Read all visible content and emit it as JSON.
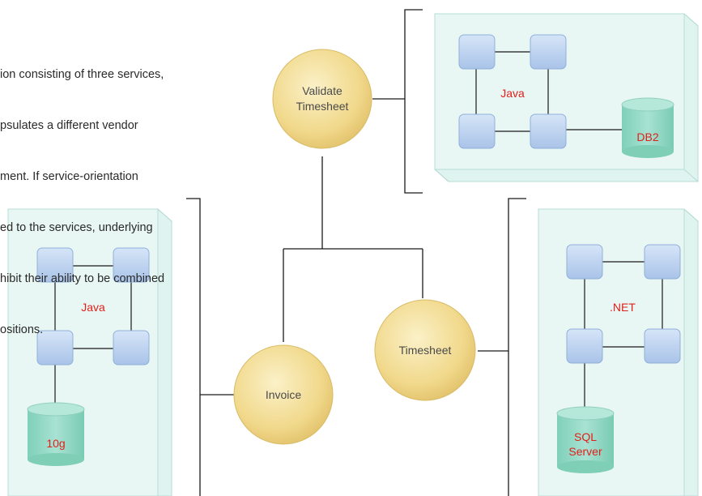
{
  "caption": {
    "lines": [
      "ion consisting of three services,",
      "psulates a different vendor",
      "ment. If service-orientation",
      "ed to the services, underlying",
      "hibit their ability to be combined",
      "ositions."
    ]
  },
  "services": {
    "validate_timesheet": {
      "line1": "Validate",
      "line2": "Timesheet"
    },
    "invoice": {
      "label": "Invoice"
    },
    "timesheet": {
      "label": "Timesheet"
    }
  },
  "environments": {
    "top_right": {
      "platform": "Java",
      "database": "DB2"
    },
    "left": {
      "platform": "Java",
      "database": "10g"
    },
    "right": {
      "platform": ".NET",
      "database_line1": "SQL",
      "database_line2": "Server"
    }
  },
  "colors": {
    "service_circle": "#f2d98a",
    "box_face": "#dff3ef",
    "component_node": "#b9d1ef",
    "database": "#8ed8c2",
    "tech_text": "#e0201b"
  }
}
